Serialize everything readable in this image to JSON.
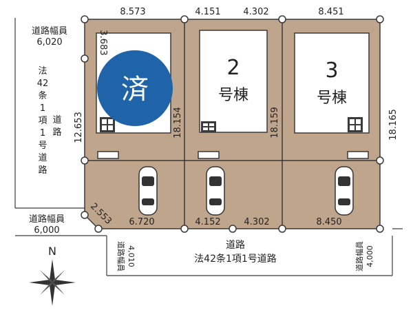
{
  "colors": {
    "lot_fill": "#bfa58b",
    "building_fill": "#ffffff",
    "road_fill": "#ffffff",
    "outline": "#3a3a3a",
    "sold_badge": "#1f63a8",
    "node_fill": "#ffffff",
    "window_fill": "#3a3a3a"
  },
  "top_dimensions": [
    "8.573",
    "4.151",
    "4.302",
    "8.451"
  ],
  "left_road": {
    "width_label": "道路幅員",
    "width_value": "6,020",
    "name_chars": [
      "法",
      "42",
      "条",
      "1",
      "項",
      "1",
      "号",
      "道",
      "路"
    ],
    "road_word_chars": [
      "道",
      "路"
    ]
  },
  "left_lower_road": {
    "width_label": "道路幅員",
    "width_value": "6,000"
  },
  "bottom_road": {
    "title": "道路",
    "subtitle": "法42条1項1号道路"
  },
  "bottom_left_road_width": {
    "label": "道路幅員",
    "value": "4,010"
  },
  "bottom_right_road_width": {
    "label": "道路幅員",
    "value": "4,000"
  },
  "side_dimensions": {
    "left_depth": "12.653",
    "setback": "3.683",
    "lot1_depth": "18.154",
    "lot2_depth": "18.159",
    "right_depth": "18.165",
    "corner_cut": "2.553"
  },
  "bottom_dimensions": [
    "6.720",
    "4.152",
    "4.302",
    "8.450"
  ],
  "sold_badge_text": "済",
  "houses": [
    {
      "number": "2",
      "suffix": "号棟"
    },
    {
      "number": "3",
      "suffix": "号棟"
    }
  ],
  "compass_label": "N",
  "icons": [
    "car-icon",
    "compass-icon",
    "window-icon"
  ]
}
